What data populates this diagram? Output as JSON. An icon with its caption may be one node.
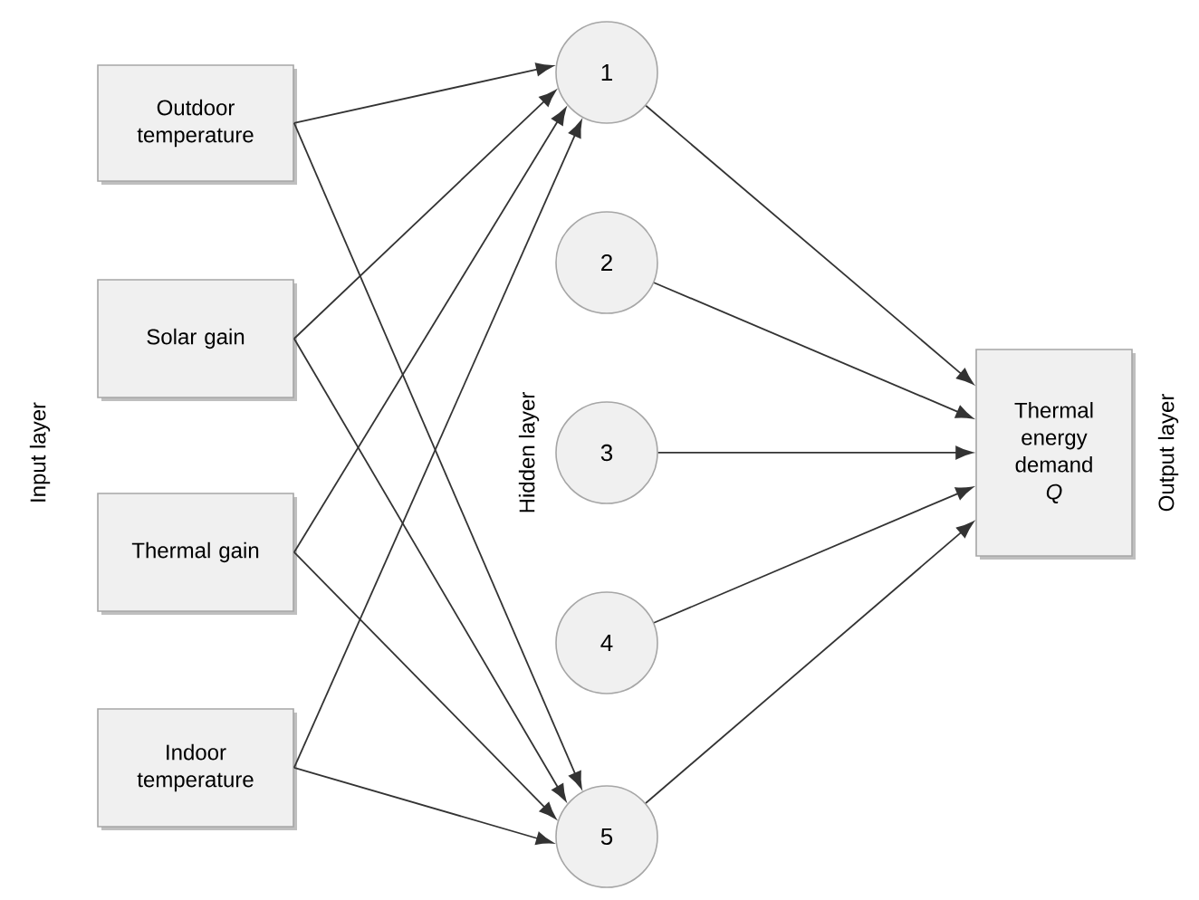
{
  "diagram": {
    "nodes": [
      {
        "text": [
          "Outdoor temperature"
        ]
      },
      {
        "text": [
          "Solar gain"
        ]
      },
      {
        "text": [
          "Thermal gain"
        ]
      },
      {
        "text": [
          "Indoor temperature"
        ]
      },
      {
        "text": [
          "1"
        ]
      },
      {
        "text": [
          "2"
        ]
      },
      {
        "text": [
          "3"
        ]
      },
      {
        "text": [
          "4"
        ]
      },
      {
        "text": [
          "5"
        ]
      },
      {
        "text": [
          "Thermal energy demand *Q*"
        ]
      }
    ],
    "edges": [
      {
        "from": 0,
        "to": 4,
        "arrow": "to"
      },
      {
        "from": 0,
        "to": 8,
        "arrow": "to"
      },
      {
        "from": 1,
        "to": 4,
        "arrow": "to"
      },
      {
        "from": 1,
        "to": 8,
        "arrow": "to"
      },
      {
        "from": 2,
        "to": 4,
        "arrow": "to"
      },
      {
        "from": 2,
        "to": 8,
        "arrow": "to"
      },
      {
        "from": 3,
        "to": 4,
        "arrow": "to"
      },
      {
        "from": 3,
        "to": 8,
        "arrow": "to"
      },
      {
        "from": 4,
        "to": 9,
        "arrow": "to"
      },
      {
        "from": 5,
        "to": 9,
        "arrow": "to"
      },
      {
        "from": 6,
        "to": 9,
        "arrow": "to"
      },
      {
        "from": 7,
        "to": 9,
        "arrow": "to"
      },
      {
        "from": 8,
        "to": 9,
        "arrow": "to"
      }
    ],
    "labels": [
      "Input layer",
      "Hidden layer",
      "Output layer"
    ]
  }
}
